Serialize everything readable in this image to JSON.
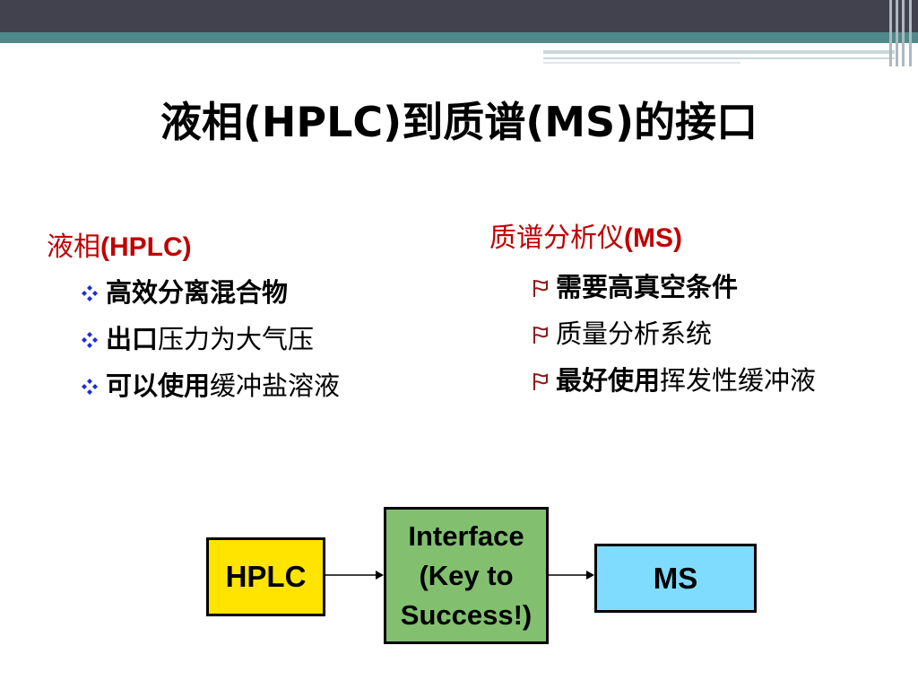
{
  "slide": {
    "title": "液相(HPLC)到质谱(MS)的接口"
  },
  "left": {
    "heading_cn": "液相",
    "heading_latin": "(HPLC)",
    "items": [
      {
        "strong": "高效分离混合物",
        "rest": ""
      },
      {
        "strong": "出口",
        "rest": "压力为大气压"
      },
      {
        "strong": "可以使用",
        "rest": "缓冲盐溶液"
      }
    ]
  },
  "right": {
    "heading_cn": "质谱分析仪",
    "heading_latin": "(MS)",
    "items": [
      {
        "strong": "需要高真空条件",
        "rest": ""
      },
      {
        "strong": "",
        "rest": "质量分析系统"
      },
      {
        "strong": "最好使用",
        "rest": "挥发性缓冲液"
      }
    ]
  },
  "diagram": {
    "hplc_label": "HPLC",
    "interface_lines": [
      "Interface",
      "(Key to",
      "Success!)"
    ],
    "ms_label": "MS"
  },
  "colors": {
    "heading": "#c00000",
    "hplc_box": "#ffe400",
    "interface_box": "#82c070",
    "ms_box": "#7fdcff",
    "left_bullet": "#1f2bd6"
  },
  "icons": {
    "left_bullet": "diamond-bullet-icon",
    "right_bullet": "flag-bullet-icon"
  }
}
